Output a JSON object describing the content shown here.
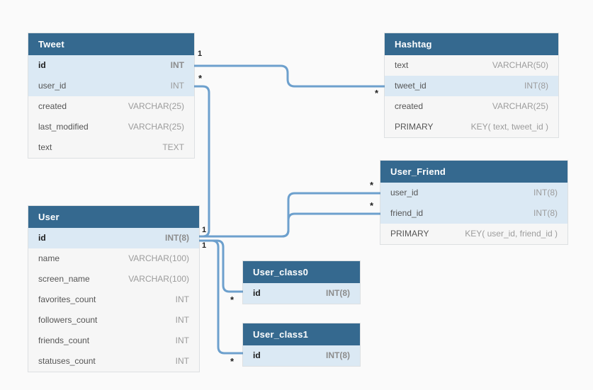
{
  "colors": {
    "table_header": "#35698f",
    "highlight_row": "#dbe9f4",
    "connector_line": "#6da0cd"
  },
  "tables": {
    "tweet": {
      "name": "Tweet",
      "columns": [
        {
          "field": "id",
          "type": "INT"
        },
        {
          "field": "user_id",
          "type": "INT"
        },
        {
          "field": "created",
          "type": "VARCHAR(25)"
        },
        {
          "field": "last_modified",
          "type": "VARCHAR(25)"
        },
        {
          "field": "text",
          "type": "TEXT"
        }
      ]
    },
    "hashtag": {
      "name": "Hashtag",
      "columns": [
        {
          "field": "text",
          "type": "VARCHAR(50)"
        },
        {
          "field": "tweet_id",
          "type": "INT(8)"
        },
        {
          "field": "created",
          "type": "VARCHAR(25)"
        },
        {
          "field": "PRIMARY",
          "type": "KEY( text, tweet_id )"
        }
      ]
    },
    "user_friend": {
      "name": "User_Friend",
      "columns": [
        {
          "field": "user_id",
          "type": "INT(8)"
        },
        {
          "field": "friend_id",
          "type": "INT(8)"
        },
        {
          "field": "PRIMARY",
          "type": "KEY( user_id, friend_id )"
        }
      ]
    },
    "user": {
      "name": "User",
      "columns": [
        {
          "field": "id",
          "type": "INT(8)"
        },
        {
          "field": "name",
          "type": "VARCHAR(100)"
        },
        {
          "field": "screen_name",
          "type": "VARCHAR(100)"
        },
        {
          "field": "favorites_count",
          "type": "INT"
        },
        {
          "field": "followers_count",
          "type": "INT"
        },
        {
          "field": "friends_count",
          "type": "INT"
        },
        {
          "field": "statuses_count",
          "type": "INT"
        }
      ]
    },
    "user_class0": {
      "name": "User_class0",
      "columns": [
        {
          "field": "id",
          "type": "INT(8)"
        }
      ]
    },
    "user_class1": {
      "name": "User_class1",
      "columns": [
        {
          "field": "id",
          "type": "INT(8)"
        }
      ]
    }
  },
  "relationships": {
    "labels": {
      "tweet_id_end": "1",
      "tweet_user_id_end": "*",
      "hashtag_tweet_id_end": "*",
      "user_friend_user_id_end": "*",
      "user_friend_friend_id_end": "*",
      "user_id_end_top": "1",
      "user_id_end_bottom": "1",
      "user_class0_id_end": "*",
      "user_class1_id_end": "*"
    }
  }
}
